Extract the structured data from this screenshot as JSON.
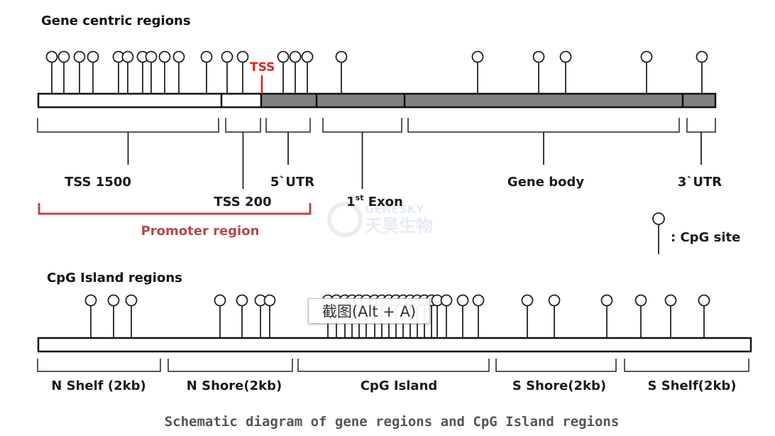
{
  "sections": {
    "gene": "Gene centric regions",
    "island": "CpG Island regions"
  },
  "tss_marker": "TSS",
  "gene_labels": {
    "tss1500": "TSS 1500",
    "tss200": "TSS 200",
    "utr5": "5`UTR",
    "exon_num": "1",
    "exon_sup": "st",
    "exon_word": " Exon",
    "gene_body": "Gene body",
    "utr3": "3`UTR"
  },
  "promoter": "Promoter region",
  "legend": {
    "cpg_site": ": CpG site"
  },
  "island_labels": {
    "n_shelf": "N Shelf (2kb)",
    "n_shore": "N Shore(2kb)",
    "cpg_island": "CpG Island",
    "s_shore": "S Shore(2kb)",
    "s_shelf": "S Shelf(2kb)"
  },
  "caption": "Schematic diagram of gene regions and CpG Island regions",
  "watermark": {
    "line1": "GENESKY",
    "line2": "天昊生物"
  },
  "screenshot_tooltip": "截图(Alt + A)",
  "colors": {
    "gene_body_fill": "#808080",
    "tss_marker": "#e02020",
    "promoter_bracket": "#b8484a",
    "caption": "#555555"
  }
}
